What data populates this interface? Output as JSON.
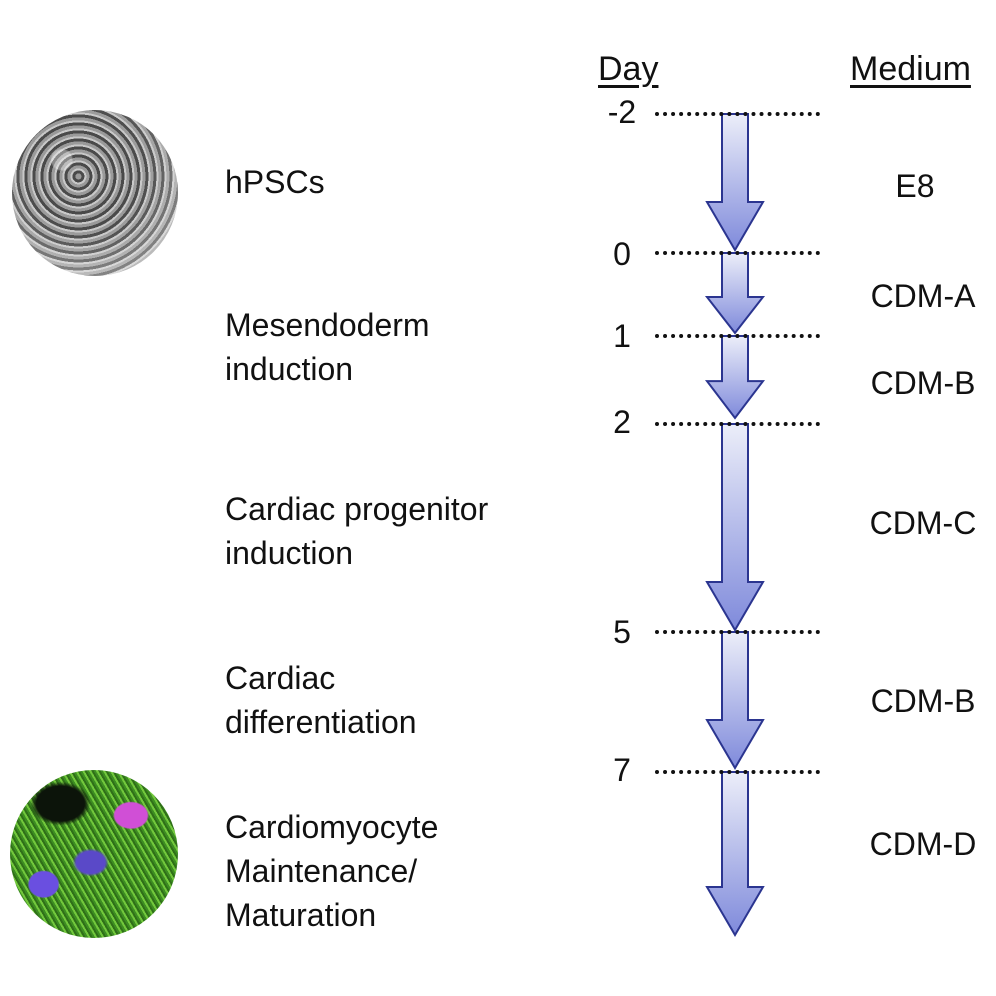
{
  "headers": {
    "day": "Day",
    "medium": "Medium"
  },
  "stages": {
    "hpscs": [
      "hPSCs"
    ],
    "mesendoderm": [
      "Mesendoderm",
      "induction"
    ],
    "progenitor": [
      "Cardiac progenitor",
      "induction"
    ],
    "differentiation": [
      "Cardiac",
      "differentiation"
    ],
    "maintenance": [
      "Cardiomyocyte",
      "Maintenance/",
      "Maturation"
    ]
  },
  "days": [
    "-2",
    "0",
    "1",
    "2",
    "5",
    "7"
  ],
  "media": [
    "E8",
    "CDM-A",
    "CDM-B",
    "CDM-C",
    "CDM-B",
    "CDM-D"
  ],
  "colors": {
    "arrow_top": "#eceef9",
    "arrow_bottom": "#7f8adb",
    "arrow_stroke": "#2b3590"
  },
  "images": {
    "top": "hpsc-phase-contrast-micrograph",
    "bottom": "cardiomyocyte-fluorescence-micrograph"
  }
}
